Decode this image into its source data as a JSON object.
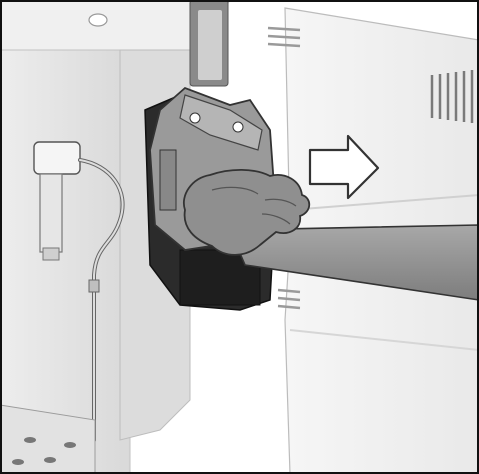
{
  "illustration": {
    "colors": {
      "background": "#ffffff",
      "machine_body": "#e6e6e6",
      "machine_shade": "#cfcfcf",
      "door_panel": "#f2f2f2",
      "dark_unit": "#2b2b2b",
      "brewing_unit": "#9a9a9a",
      "hand": "#8f8f8f",
      "arrow_fill": "#ffffff",
      "outline": "#333333",
      "frame": "#111111"
    },
    "icons": [
      "machine-body",
      "milk-pipe",
      "coffee-outlet",
      "service-door",
      "brewing-unit",
      "hand",
      "pull-direction-arrow"
    ]
  }
}
